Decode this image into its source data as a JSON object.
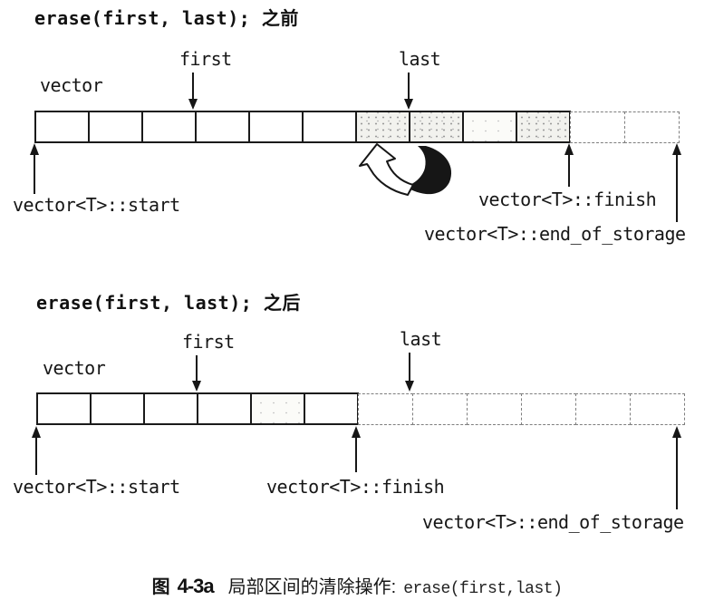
{
  "colors": {
    "ink": "#1a1a1a",
    "background": "#ffffff",
    "shade_dot": "#9a9a9a",
    "shade_bg": "#f2f2ee"
  },
  "diagrams": [
    {
      "id": "before",
      "title": "erase(first, last); 之前",
      "vector_label": "vector",
      "first_label": "first",
      "last_label": "last",
      "start_label": "vector<T>::start",
      "finish_label": "vector<T>::finish",
      "end_of_storage_label": "vector<T>::end_of_storage",
      "cells": [
        {
          "border": "solid",
          "shade": "none"
        },
        {
          "border": "solid",
          "shade": "none"
        },
        {
          "border": "solid",
          "shade": "none"
        },
        {
          "border": "solid",
          "shade": "none"
        },
        {
          "border": "solid",
          "shade": "none"
        },
        {
          "border": "solid",
          "shade": "none"
        },
        {
          "border": "solid",
          "shade": "speckle"
        },
        {
          "border": "solid",
          "shade": "speckle"
        },
        {
          "border": "solid",
          "shade": "faint"
        },
        {
          "border": "solid",
          "shade": "speckle"
        },
        {
          "border": "dashed",
          "shade": "none"
        },
        {
          "border": "dashed",
          "shade": "none"
        }
      ]
    },
    {
      "id": "after",
      "title": "erase(first, last); 之后",
      "vector_label": "vector",
      "first_label": "first",
      "last_label": "last",
      "start_label": "vector<T>::start",
      "finish_label": "vector<T>::finish",
      "end_of_storage_label": "vector<T>::end_of_storage",
      "cells": [
        {
          "border": "solid",
          "shade": "none"
        },
        {
          "border": "solid",
          "shade": "none"
        },
        {
          "border": "solid",
          "shade": "none"
        },
        {
          "border": "solid",
          "shade": "none"
        },
        {
          "border": "solid",
          "shade": "faint"
        },
        {
          "border": "solid",
          "shade": "none"
        },
        {
          "border": "dashed",
          "shade": "none"
        },
        {
          "border": "dashed",
          "shade": "none"
        },
        {
          "border": "dashed",
          "shade": "none"
        },
        {
          "border": "dashed",
          "shade": "none"
        },
        {
          "border": "dashed",
          "shade": "none"
        },
        {
          "border": "dashed",
          "shade": "none"
        }
      ]
    }
  ],
  "caption": {
    "fig_prefix": "图",
    "fig_number": "4-3a",
    "text": "局部区间的清除操作:",
    "code": "erase(first,last)"
  }
}
